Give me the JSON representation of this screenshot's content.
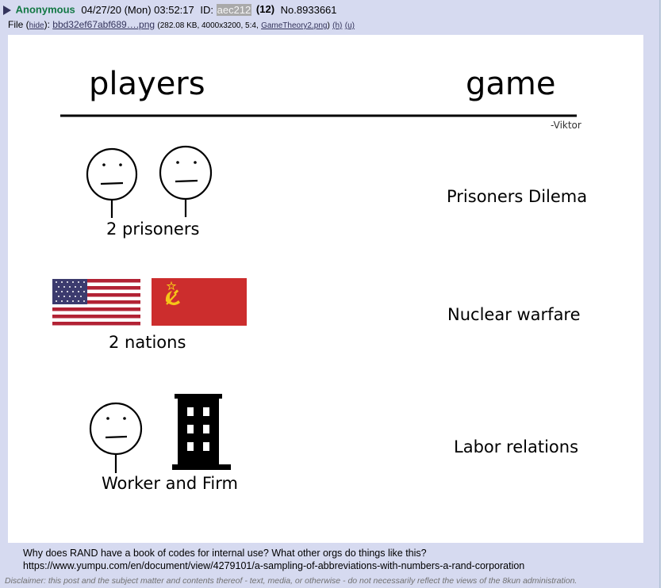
{
  "post": {
    "name": "Anonymous",
    "datetime": "04/27/20 (Mon) 03:52:17",
    "id_label": "ID:",
    "id_value": "aec212",
    "count": "(12)",
    "number": "No.8933661"
  },
  "file": {
    "label_prefix": "File (",
    "hide": "hide",
    "label_suffix": "):",
    "name": "bbd32ef67abf689….png",
    "info_prefix": "(282.08 KB, 4000x3200, 5:4,",
    "original_name": "GameTheory2.png",
    "info_suffix": ")",
    "h": "(h)",
    "u": "(u)"
  },
  "image": {
    "col_players": "players",
    "col_game": "game",
    "credit": "-Viktor",
    "rows": [
      {
        "players": "2 prisoners",
        "game": "Prisoners Dilema"
      },
      {
        "players": "2 nations",
        "game": "Nuclear warfare"
      },
      {
        "players": "Worker and Firm",
        "game": "Labor relations"
      }
    ],
    "flag_colors": {
      "us_red": "#b22234",
      "us_blue": "#3c3b6e",
      "ussr_red": "#cc2d2d",
      "ussr_gold": "#f5c518"
    }
  },
  "body": {
    "line1": "Why does RAND have a book of codes for internal use? What other orgs do things like this?",
    "line2": "https://www.yumpu.com/en/document/view/4279101/a-sampling-of-abbreviations-with-numbers-a-rand-corporation"
  },
  "disclaimer": "Disclaimer: this post and the subject matter and contents thereof - text, media, or otherwise - do not necessarily reflect the views of the 8kun administration.",
  "colors": {
    "post_bg": "#d6daf0",
    "name": "#117743",
    "link": "#34345c"
  }
}
